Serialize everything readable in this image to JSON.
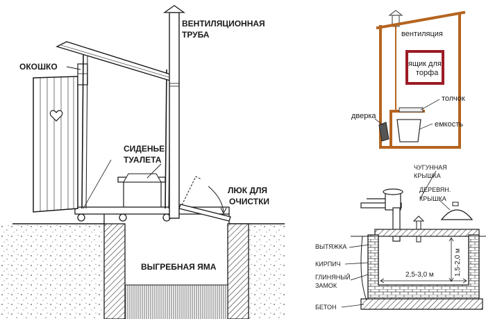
{
  "main_diagram": {
    "ventilation_pipe": [
      "ВЕНТИЛЯЦИОННАЯ",
      "ТРУБА"
    ],
    "window": "ОКОШКО",
    "seat": [
      "СИДЕНЬЕ",
      "ТУАЛЕТА"
    ],
    "hatch": [
      "ЛЮК ДЛЯ",
      "ОЧИСТКИ"
    ],
    "cesspit": "ВЫГРЕБНАЯ ЯМА"
  },
  "top_right_diagram": {
    "ventilation": "вентиляция",
    "peat_box": [
      "ящик для",
      "торфа"
    ],
    "toilet": "толчок",
    "door": "дверка",
    "container": "емкость"
  },
  "bottom_right_diagram": {
    "cast_iron_lid": [
      "ЧУГУННАЯ",
      "КРЫШКА"
    ],
    "wood_lid": [
      "ДЕРЕВЯН.",
      "КРЫШКА"
    ],
    "exhaust": "ВЫТЯЖКА",
    "brick": "КИРПИЧ",
    "clay_lock": [
      "ГЛИНЯНЫЙ",
      "ЗАМОК"
    ],
    "concrete": "БЕТОН",
    "depth": "1,5-2,0 м",
    "width": "2,5-3,0 м"
  },
  "colors": {
    "frame": "#b5641f",
    "box": "#9b1b25",
    "ink": "#1a1a1a"
  }
}
